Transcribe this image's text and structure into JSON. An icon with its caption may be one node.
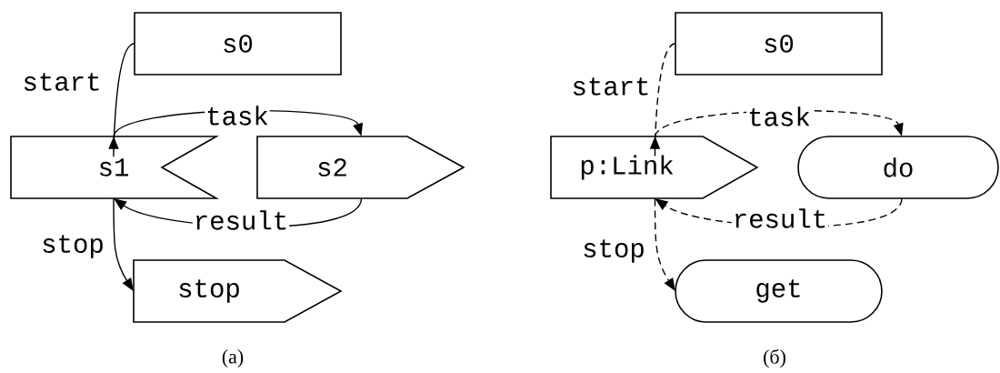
{
  "diagram": {
    "nodes": [
      {
        "text": [
          "s0"
        ]
      },
      {
        "text": [
          "s1"
        ]
      },
      {
        "text": [
          "s2"
        ]
      },
      {
        "text": [
          "stop"
        ]
      },
      {
        "text": [
          "s0"
        ]
      },
      {
        "text": [
          "p:Link"
        ]
      },
      {
        "text": [
          "do"
        ]
      },
      {
        "text": [
          "get"
        ]
      }
    ],
    "edges": [
      {
        "from": 0,
        "to": 1,
        "arrow": "to",
        "label": "start"
      },
      {
        "from": 1,
        "to": 2,
        "arrow": "to",
        "label": "task"
      },
      {
        "from": 2,
        "to": 1,
        "arrow": "to",
        "label": "result"
      },
      {
        "from": 1,
        "to": 3,
        "arrow": "to",
        "label": "stop"
      },
      {
        "from": 4,
        "to": 5,
        "arrow": "to",
        "label": "start",
        "style": "dashed"
      },
      {
        "from": 5,
        "to": 6,
        "arrow": "to",
        "label": "task",
        "style": "dashed"
      },
      {
        "from": 6,
        "to": 5,
        "arrow": "to",
        "label": "result",
        "style": "dashed"
      },
      {
        "from": 5,
        "to": 7,
        "arrow": "to",
        "label": "stop",
        "style": "dashed"
      }
    ],
    "labels": [
      "(a)",
      "(б)"
    ]
  }
}
